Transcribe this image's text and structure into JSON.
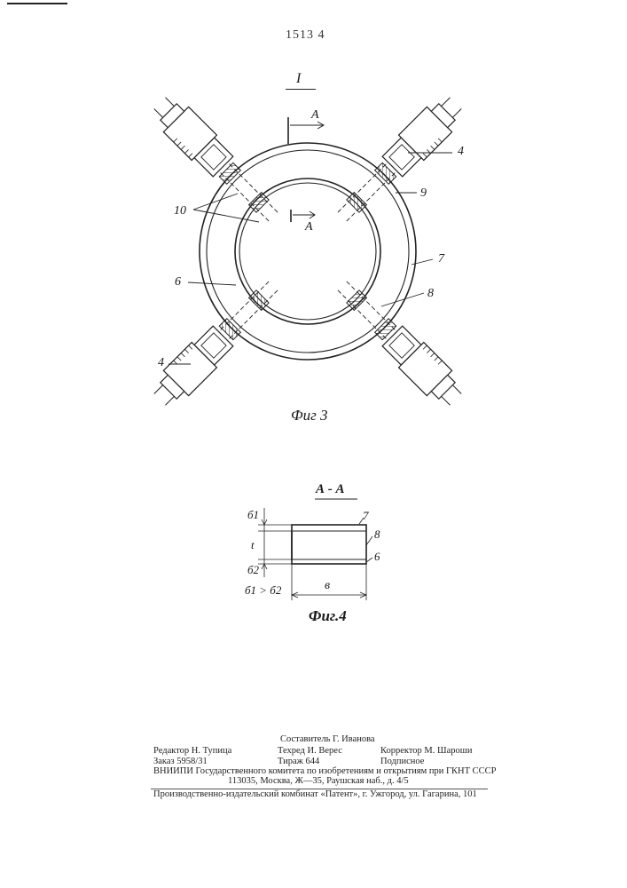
{
  "page_number": "1513 4",
  "view_label": "I",
  "fig3": {
    "section_marker_top": "A",
    "section_marker_bottom": "A",
    "label_10": "10",
    "label_6": "6",
    "label_4_right": "4",
    "label_9": "9",
    "label_7": "7",
    "label_8": "8",
    "label_4_left": "4",
    "caption": "Фиг 3"
  },
  "fig4": {
    "title": "А - А",
    "dim_b1": "б1",
    "dim_t": "t",
    "dim_b2": "б2",
    "condition": "б1 > б2",
    "dim_b": "в",
    "label_7": "7",
    "label_8": "8",
    "label_6": "6",
    "caption": "Фиг.4"
  },
  "footer": {
    "compiler": "Составитель Г. Иванова",
    "editor": "Редактор Н. Тупица",
    "techred": "Техред И. Верес",
    "corrector": "Корректор М. Шароши",
    "order": "Заказ 5958/31",
    "circulation": "Тираж 644",
    "subscription": "Подписное",
    "institute": "ВНИИПИ Государственного комитета по изобретениям и открытиям при ГКНТ СССР",
    "address": "113035, Москва, Ж—35, Раушская наб., д. 4/5",
    "printer": "Производственно-издательский комбинат «Патент», г. Ужгород, ул. Гагарина, 101"
  }
}
